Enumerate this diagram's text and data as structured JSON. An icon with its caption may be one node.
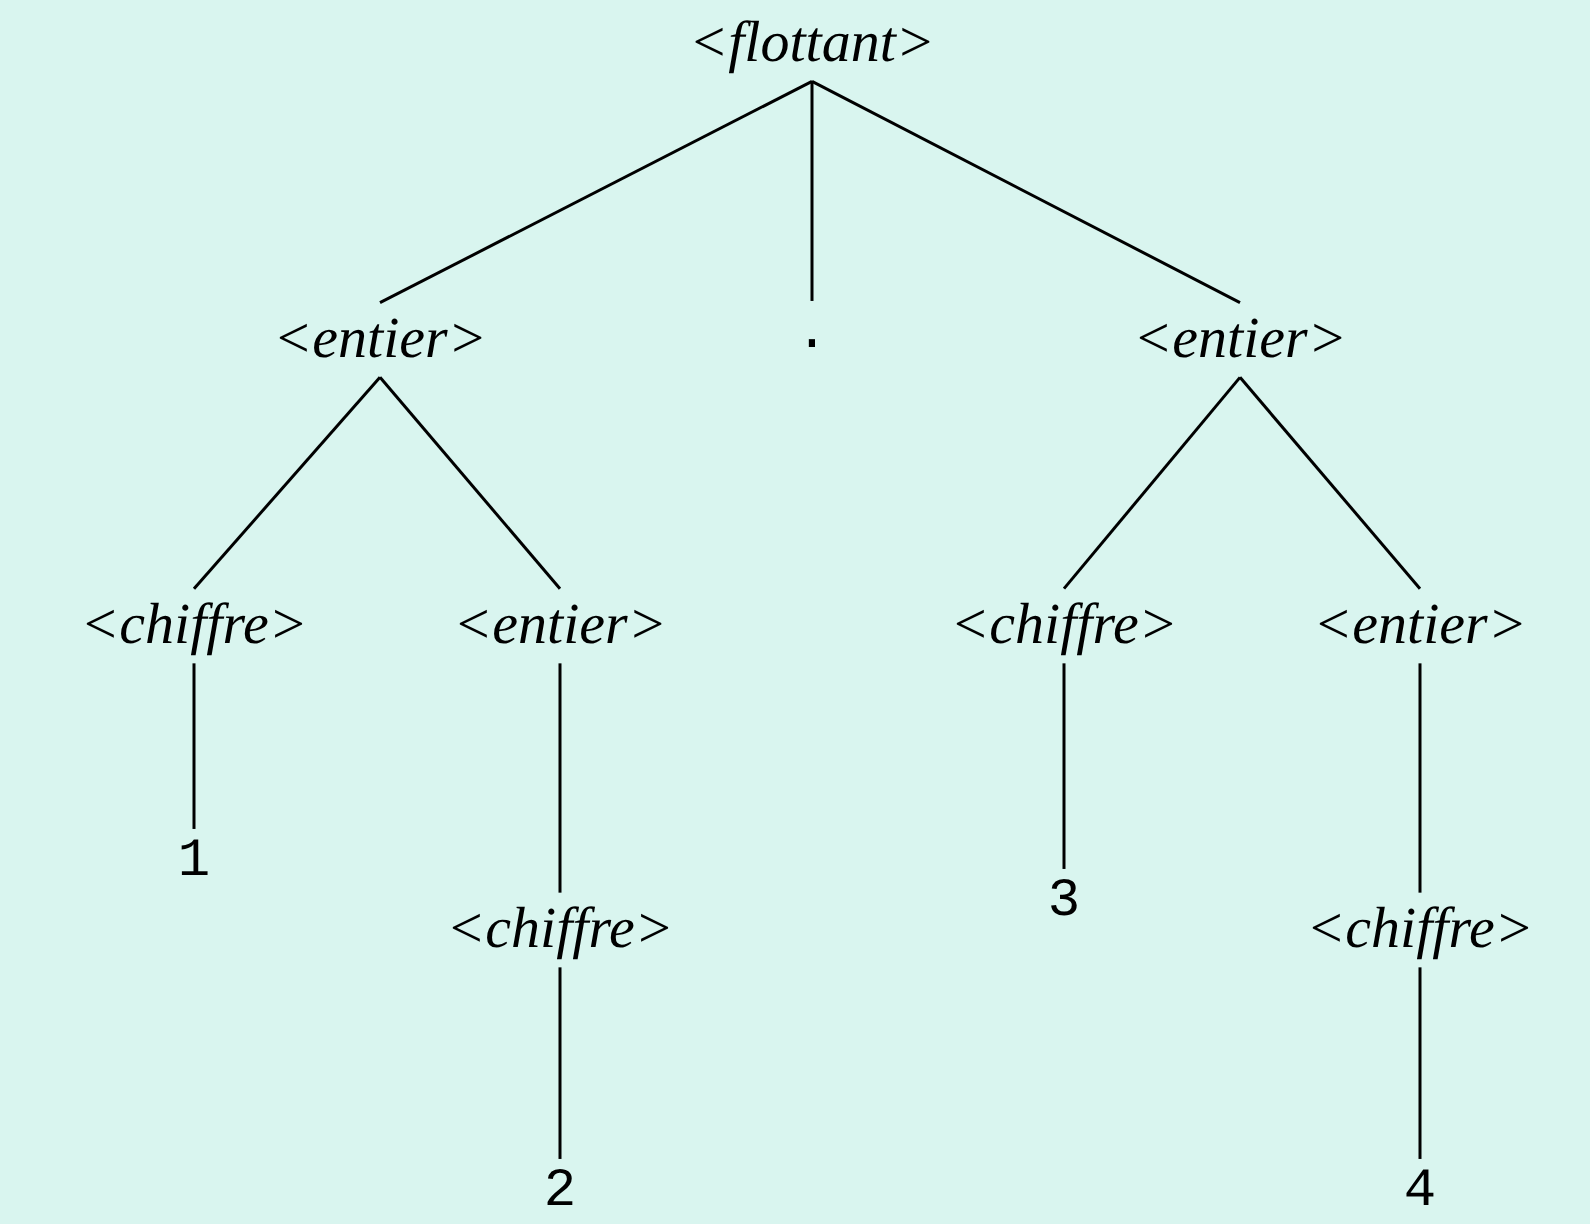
{
  "diagram": {
    "nodes": [
      {
        "text": [
          "<flottant>"
        ]
      },
      {
        "text": [
          "<entier>"
        ]
      },
      {
        "text": [
          "."
        ]
      },
      {
        "text": [
          "<entier>"
        ]
      },
      {
        "text": [
          "<chiffre>"
        ]
      },
      {
        "text": [
          "<entier>"
        ]
      },
      {
        "text": [
          "<chiffre>"
        ]
      },
      {
        "text": [
          "<entier>"
        ]
      },
      {
        "text": [
          "1"
        ]
      },
      {
        "text": [
          "<chiffre>"
        ]
      },
      {
        "text": [
          "3"
        ]
      },
      {
        "text": [
          "<chiffre>"
        ]
      },
      {
        "text": [
          "2"
        ]
      },
      {
        "text": [
          "4"
        ]
      }
    ],
    "edges": [
      {
        "from": 0,
        "to": 1,
        "arrow": "none"
      },
      {
        "from": 0,
        "to": 2,
        "arrow": "none"
      },
      {
        "from": 0,
        "to": 3,
        "arrow": "none"
      },
      {
        "from": 1,
        "to": 4,
        "arrow": "none"
      },
      {
        "from": 1,
        "to": 5,
        "arrow": "none"
      },
      {
        "from": 3,
        "to": 6,
        "arrow": "none"
      },
      {
        "from": 3,
        "to": 7,
        "arrow": "none"
      },
      {
        "from": 4,
        "to": 8,
        "arrow": "none"
      },
      {
        "from": 5,
        "to": 9,
        "arrow": "none"
      },
      {
        "from": 6,
        "to": 10,
        "arrow": "none"
      },
      {
        "from": 7,
        "to": 11,
        "arrow": "none"
      },
      {
        "from": 9,
        "to": 12,
        "arrow": "none"
      },
      {
        "from": 11,
        "to": 13,
        "arrow": "none"
      }
    ]
  }
}
